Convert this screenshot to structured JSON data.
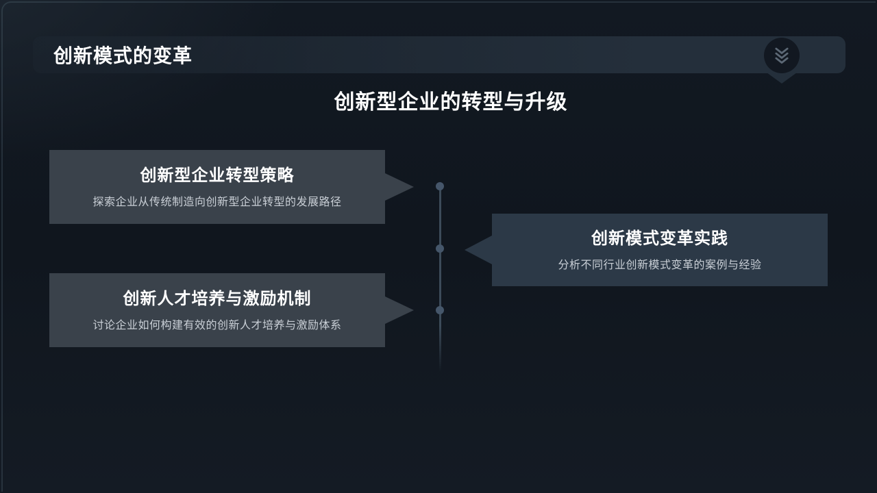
{
  "header": {
    "title": "创新模式的变革",
    "icon": "triple-chevron-down"
  },
  "subtitle": "创新型企业的转型与升级",
  "cards": [
    {
      "side": "left",
      "title": "创新型企业转型策略",
      "desc": "探索企业从传统制造向创新型企业转型的发展路径"
    },
    {
      "side": "right",
      "title": "创新模式变革实践",
      "desc": "分析不同行业创新模式变革的案例与经验"
    },
    {
      "side": "left",
      "title": "创新人才培养与激励机制",
      "desc": "讨论企业如何构建有效的创新人才培养与激励体系"
    }
  ],
  "timeline": {
    "dots": 3
  },
  "colors": {
    "background": "#10161e",
    "header_bar": "#242f3b",
    "card_left": "#3a424b",
    "card_right": "#2c3947",
    "timeline": "#3c4b59",
    "timeline_dot": "#45566a",
    "title_text": "#ffffff",
    "desc_text": "#c9cfd6",
    "icon_circle": "#121821",
    "icon_glyph": "#5c6875"
  }
}
